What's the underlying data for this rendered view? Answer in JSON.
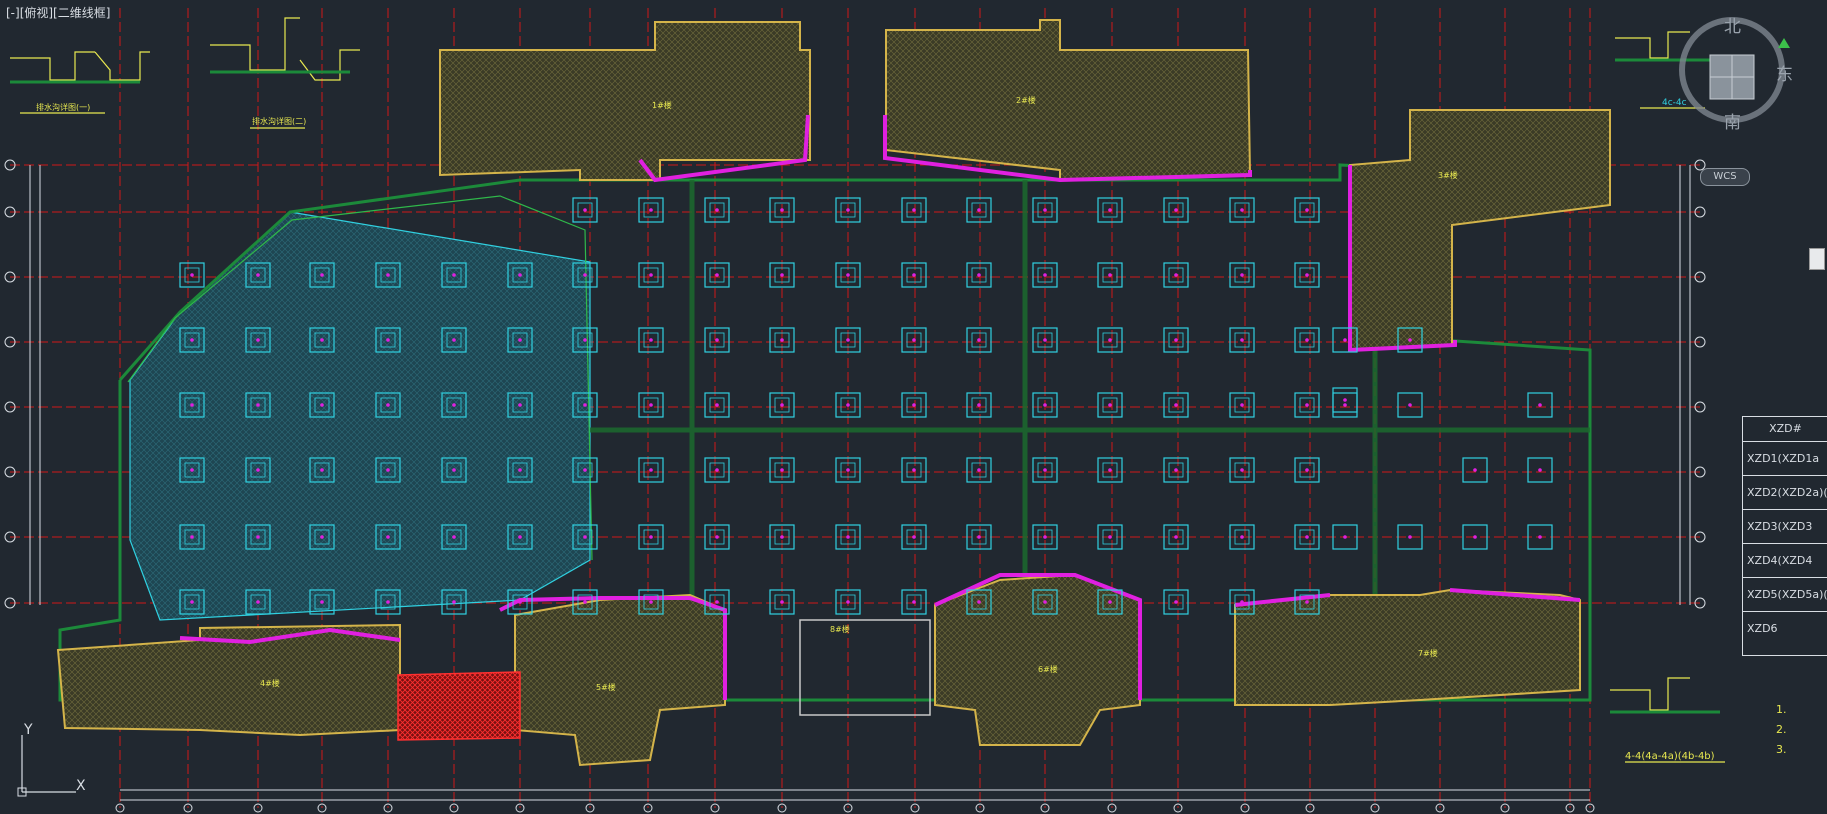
{
  "viewport": {
    "label": "[-][俯视][二维线框]"
  },
  "viewcube": {
    "north": "北",
    "south": "南",
    "east": "东",
    "wcs": "WCS"
  },
  "ucs": {
    "x_label": "X",
    "y_label": "Y"
  },
  "details": {
    "detail1_title": "排水沟详图(一)",
    "detail2_title": "排水沟详图(二)",
    "section_top_title": "4c-4c",
    "section_bottom_title": "4-4(4a-4a)(4b-4b)"
  },
  "table": {
    "header": "XZD#",
    "rows": [
      "XZD1(XZD1a",
      "XZD2(XZD2a)(",
      "XZD3(XZD3",
      "XZD4(XZD4",
      "XZD5(XZD5a)(",
      "XZD6"
    ]
  },
  "notes": [
    "1.",
    "2.",
    "3."
  ],
  "building_labels": [
    "1#楼",
    "2#楼",
    "3#楼",
    "4#楼",
    "5#楼",
    "6#楼",
    "7#楼",
    "8#楼"
  ],
  "colors": {
    "background": "#212830",
    "grid": "#d01818",
    "building_outline": "#d4b44a",
    "building_fill": "#3b3b26",
    "magenta": "#e020e0",
    "cyan": "#30d0e0",
    "green": "#1c8a3a",
    "yellow": "#e8e850",
    "teal_fill": "#1e4652",
    "white": "#d8dde3"
  }
}
